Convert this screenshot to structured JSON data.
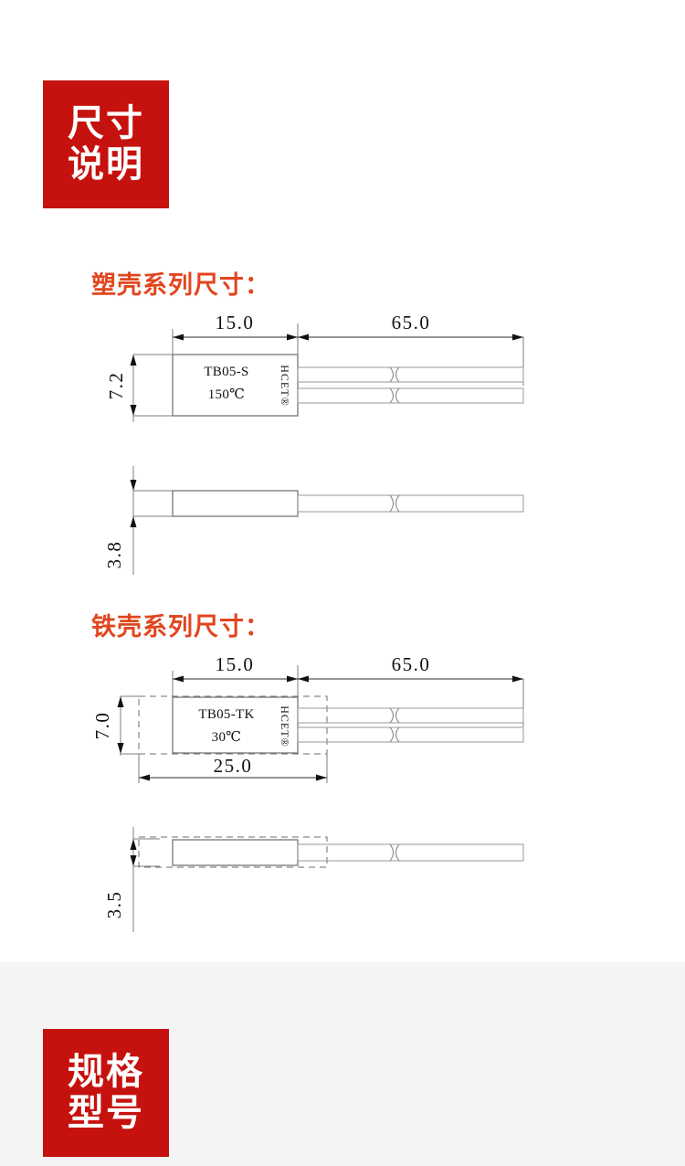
{
  "page": {
    "background_color": "#ffffff",
    "panel_color": "#f4f4f4",
    "badge_color": "#c5120e",
    "heading_color": "#e1461f"
  },
  "badges": {
    "dimensions": {
      "line1": "尺寸",
      "line2": "说明"
    },
    "specs": {
      "line1": "规格",
      "line2": "型号"
    }
  },
  "headings": {
    "plastic": "塑壳系列尺寸：",
    "iron": "铁壳系列尺寸："
  },
  "drawings": {
    "plastic_top": {
      "model": "TB05-S",
      "temperature": "150℃",
      "brand": "HCET®",
      "dim_body_length": "15.0",
      "dim_lead_length": "65.0",
      "dim_height": "7.2"
    },
    "plastic_side": {
      "dim_thickness": "3.8"
    },
    "iron_top": {
      "model": "TB05-TK",
      "temperature": "30℃",
      "brand": "HCET®",
      "dim_body_length": "15.0",
      "dim_lead_length": "65.0",
      "dim_height": "7.0",
      "dim_overall_length": "25.0"
    },
    "iron_side": {
      "dim_thickness": "3.5"
    }
  }
}
